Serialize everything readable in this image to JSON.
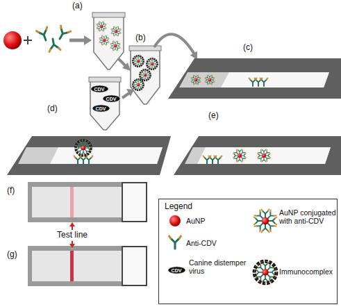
{
  "diagram": {
    "nodes": [
      {
        "text": [
          "CDV"
        ]
      },
      {
        "text": [
          "CDV"
        ]
      },
      {
        "text": [
          "CDV"
        ]
      },
      {
        "text": [
          "Legend"
        ]
      },
      {
        "text": [
          "CDV"
        ],
        "in": 3
      }
    ],
    "labels": [
      "(a)",
      "(b)",
      "(c)",
      "(d)",
      "(e)",
      "(f)",
      "Test line",
      "(g)"
    ],
    "legend": [
      {
        "text": "AuNP"
      },
      {
        "text": "Anti-CDV"
      },
      {
        "text": "Canine distemper virus"
      },
      {
        "text": "AuNP conjugated with anti-CDV"
      },
      {
        "text": "Immunocomplex"
      }
    ]
  }
}
